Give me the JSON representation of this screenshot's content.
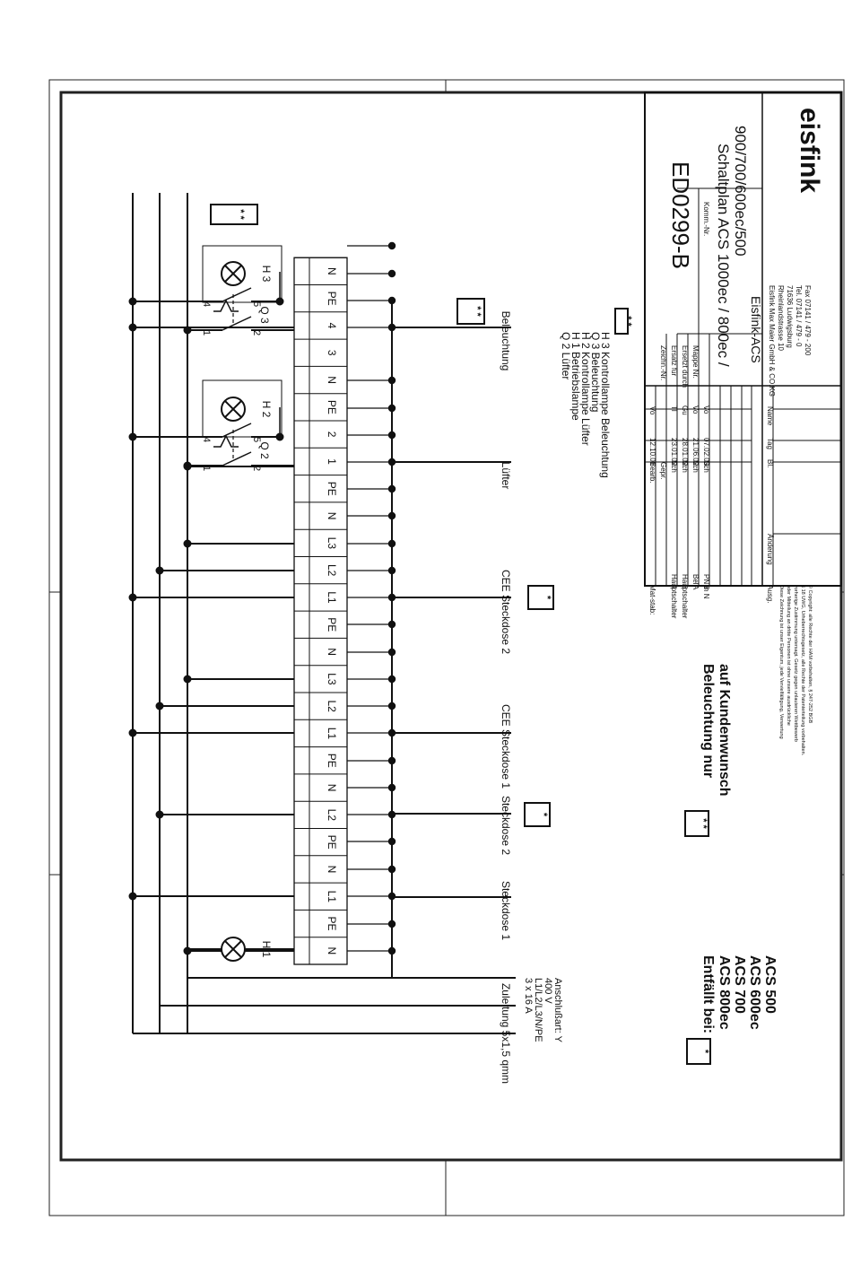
{
  "terminals": [
    "N",
    "PE",
    "L1",
    "N",
    "PE",
    "L2",
    "N",
    "PE",
    "L1",
    "L2",
    "L3",
    "N",
    "PE",
    "L1",
    "L2",
    "L3",
    "N",
    "PE",
    "1",
    "2",
    "PE",
    "N",
    "3",
    "4",
    "PE",
    "N"
  ],
  "feed": {
    "label": "Zuleitung 5x1,5 qmm",
    "spec": [
      "3 x 16 A",
      "L1/L2/L3/N/PE",
      "400 V",
      "Anschlußart: Y"
    ]
  },
  "consumers": [
    {
      "label": "Steckdose 1"
    },
    {
      "label": "Steckdose 2"
    },
    {
      "label": "CEE Steckdose 1"
    },
    {
      "label": "CEE Steckdose 2"
    },
    {
      "label": "Lüfter"
    },
    {
      "label": "Beleuchtung"
    }
  ],
  "lamps": [
    {
      "name": "H 1"
    },
    {
      "name": "H 2"
    },
    {
      "name": "H 3"
    }
  ],
  "switches": [
    {
      "name": "Q 2",
      "pins": [
        "1",
        "2",
        "4",
        "5"
      ]
    },
    {
      "name": "Q 3",
      "pins": [
        "1",
        "2",
        "4",
        "5"
      ]
    }
  ],
  "markers": {
    "single": "*",
    "double": "* *"
  },
  "legend": [
    "Q 2  Lüfter",
    "H 1  Betriebslampe",
    "H 2  Kontrollampe Lüfter",
    "Q 3  Beleuchtung",
    "H 3  Kontrollampe Beleuchtung"
  ],
  "note_omitted": {
    "title": "Entfällt bei:",
    "items": [
      "ACS 800ec",
      "ACS 700",
      "ACS 600ec",
      "ACS 500"
    ]
  },
  "note_light": [
    "Beleuchtung nur",
    "auf Kundenwunsch"
  ],
  "title_block": {
    "drawing_no_label": "Zeichn.-Nr.",
    "drawing_no": "ED0299-B",
    "replaces": "Ersatz für",
    "replaced_by": "Ersetzt durch",
    "folder": "Mappe Nr.",
    "comm": "Komm.-Nr.",
    "title_1": "Schaltplan ACS 1000ec / 800ec /",
    "title_2": "900/700/600ec/500",
    "title_3": "Eisfink-ACS",
    "company": [
      "Eisfink Max Maier GmbH & CO.KG",
      "Rheinlandstrasse 10",
      "71636 Ludwigsburg",
      "Tel. 07141 / 479 - 0",
      "Fax 07141 / 479 - 200"
    ],
    "brand": "eisfink",
    "revisions_header": [
      "Mat-stab:",
      "Bearb.",
      "12.10.01",
      "Vo"
    ],
    "revisions_gepr": "Gepr.",
    "revisions": [
      {
        "idx": "4",
        "desc": "Hauptschalter",
        "by": "Sch",
        "date": "23.01.02",
        "name": "Tl"
      },
      {
        "idx": "3",
        "desc": "Hauptschalter",
        "by": "Sch",
        "date": "28.01.02",
        "name": "Gu"
      },
      {
        "idx": "A",
        "desc": "Bel",
        "by": "Sch",
        "date": "21.06.02",
        "name": "Vo"
      },
      {
        "idx": "B",
        "desc": "PN in N",
        "by": "Sch",
        "date": "07.02.03",
        "name": "Vo"
      }
    ],
    "rev_footer": [
      "Ausg.",
      "Änderung",
      "Bl.",
      "Tag",
      "Name"
    ],
    "copyright": [
      "Diese Zeichnung ist unser Eigentum, jede Vervielfältigung, Verwertung",
      "oder Mitteilung an dritte Personen ist ohne unsere ausdrückliche",
      "vorherige Zustimmung untersagt. Gesetz gegen unlauteren Wettbewerb",
      "§ 18 UWG, Urheberrechtsgesetz, alle Rechte der Patenterteilung vorbehalten.",
      "© Copyright: alle Rechte der HAM vorbehalten, § 247-252 BGB"
    ]
  }
}
